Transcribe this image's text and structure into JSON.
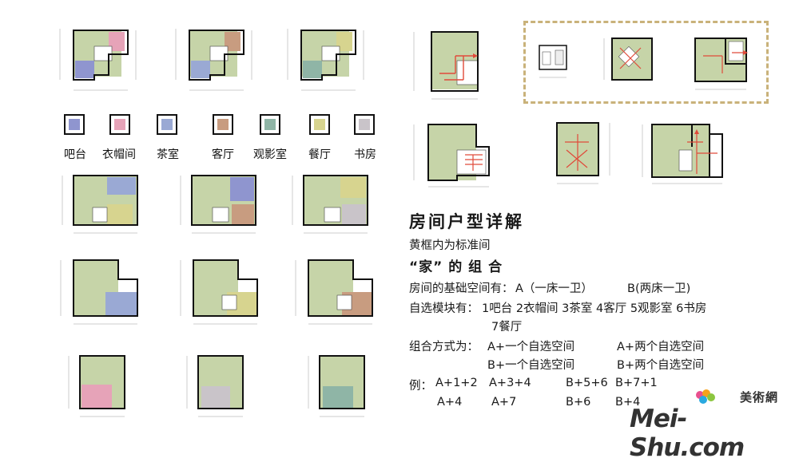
{
  "legend": [
    {
      "label": "吧台",
      "color": "#8f95cf"
    },
    {
      "label": "衣帽间",
      "color": "#e6a3b8"
    },
    {
      "label": "茶室",
      "color": "#9aa9d4"
    },
    {
      "label": "客厅",
      "color": "#c89c80"
    },
    {
      "label": "观影室",
      "color": "#8fb5a6"
    },
    {
      "label": "餐厅",
      "color": "#d7d48f"
    },
    {
      "label": "书房",
      "color": "#c9c4c9"
    }
  ],
  "colors": {
    "base_green": "#c6d4a8",
    "wall": "#111111",
    "arrow": "#e04a3a",
    "frame": "#c9b27a"
  },
  "text": {
    "title": "房间户型详解",
    "subtitle": "黄框内为标准间",
    "combo_title": "“家” 的 组 合",
    "basic_label": "房间的基础空间有：",
    "basic_a": "A（一床一卫）",
    "basic_b": "B(两床一卫)",
    "modules_label": "自选模块有：",
    "modules_line1": "1吧台 2衣帽间 3茶室 4客厅 5观影室 6书房",
    "modules_line2": "7餐厅",
    "combine_label": "组合方式为：",
    "combine_a1": "A+一个自选空间",
    "combine_a2": "A+两个自选空间",
    "combine_b1": "B+一个自选空间",
    "combine_b2": "B+两个自选空间",
    "example_label": "例：",
    "ex1": "A+1+2",
    "ex2": "A+3+4",
    "ex3": "B+5+6",
    "ex4": "B+7+1",
    "ex5": "A+4",
    "ex6": "A+7",
    "ex7": "B+6",
    "ex8": "B+4"
  },
  "logo": {
    "brand": "Mei-Shu.com",
    "cn": "美術網"
  }
}
